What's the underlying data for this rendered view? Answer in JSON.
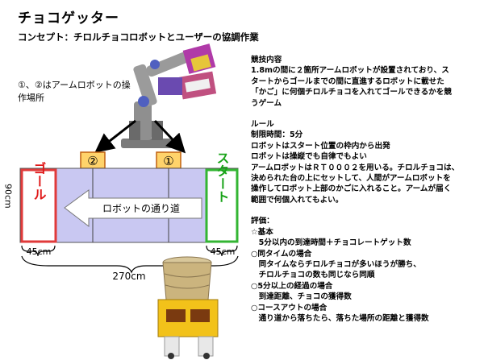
{
  "title": "チョコゲッター",
  "concept": "コンセプト：チロルチョコロボットとユーザーの協調作業",
  "operator_note": [
    "①、②はアーム",
    "ロボットの",
    "操作場所"
  ],
  "operator_note_text": "①、②はアームロボットの操作場所",
  "course": {
    "goal_label": "ゴール",
    "start_label": "スタート",
    "path_label": "ロボットの通り道",
    "station_1": "①",
    "station_2": "②",
    "height_label": "90cm",
    "goal_width_label": "45cm",
    "start_width_label": "45cm",
    "total_width_label": "270cm"
  },
  "rules": {
    "competition": {
      "heading": "競技内容",
      "lines": [
        "1.8mの間に２箇所アームロボットが設置されており、ス",
        "タートからゴールまでの間に直進するロボットに載せた",
        "「かご」に何個チロルチョコを入れてゴールできるかを競",
        "うゲーム"
      ]
    },
    "rule": {
      "heading": "ルール",
      "lines": [
        "制限時間：5分",
        "ロボットはスタート位置の枠内から出発",
        "ロボットは操縦でも自律でもよい",
        "アームロボットはＲＴ０００２を用いる。チロルチョコは、",
        "決められた台の上にセットして、人間がアームロボットを",
        "操作してロボット上部のかごに入れること。アームが届く",
        "範囲で何個入れてもよい。"
      ]
    },
    "evaluation": {
      "heading": "評価：",
      "lines": [
        "☆基本",
        "　5分以内の到達時間＋チョコレートゲット数",
        "○同タイムの場合",
        "　同タイムならチロルチョコが多いほうが勝ち、",
        "　チロルチョコの数も同じなら同順",
        "○5分以上の経過の場合",
        "　到達距離、チョコの獲得数",
        "○コースアウトの場合",
        "　通り道から落ちたら、落ちた場所の距離と獲得数"
      ]
    }
  },
  "colors": {
    "course_fill": "#c9c8f2",
    "goal_border": "#e03a3a",
    "goal_text": "#e01a1a",
    "start_border": "#33b533",
    "start_text": "#19a319",
    "station_fill": "#ffd36b",
    "station_border": "#c06010",
    "robot_grey": "#8a8a8a",
    "box_yellow": "#f2c21a"
  }
}
